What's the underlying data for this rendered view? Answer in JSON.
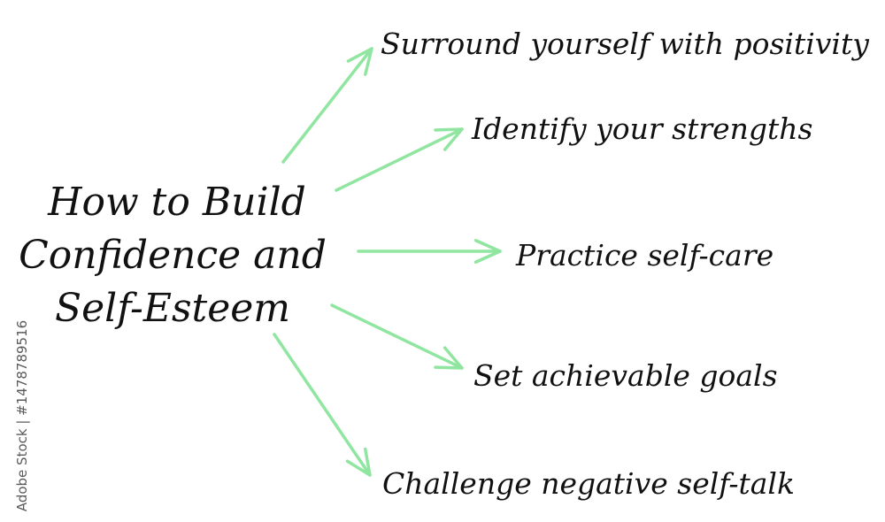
{
  "title_lines": [
    "How to Build",
    "Confidence and",
    "Self-Esteem"
  ],
  "branches": [
    "Surround yourself with positivity",
    "Identify your strengths",
    "Practice self-care",
    "Set achievable goals",
    "Challenge negative self-talk"
  ],
  "watermark": "Adobe Stock | #1478789516",
  "colors": {
    "arrow": "#90e6a0",
    "text": "#111111",
    "background": "#ffffff"
  }
}
